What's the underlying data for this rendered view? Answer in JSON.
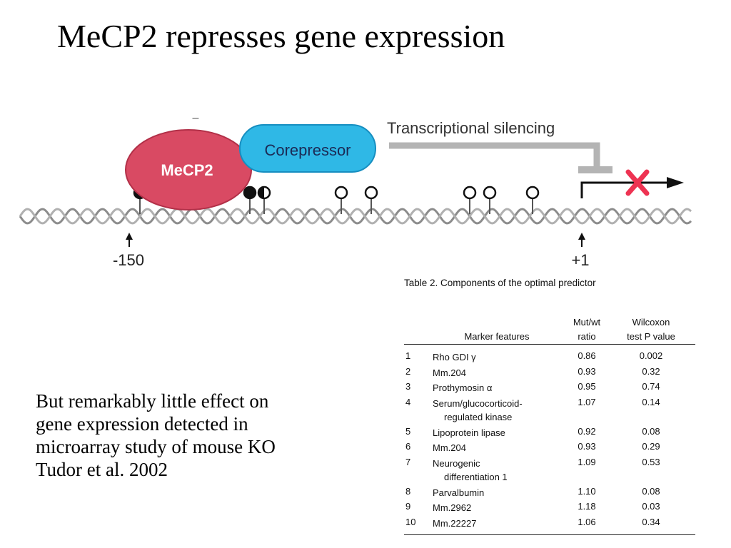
{
  "slide": {
    "title": "MeCP2 represses gene expression",
    "body_lines": [
      "But remarkably little effect on",
      "gene expression detected in",
      "microarray study of mouse KO",
      "Tudor et al. 2002"
    ]
  },
  "diagram": {
    "mecp2_label": "MeCP2",
    "corepressor_label": "Corepressor",
    "silencing_label": "Transcriptional silencing",
    "minus_sign": "–",
    "pos_left_label": "-150",
    "pos_right_label": "+1",
    "colors": {
      "mecp2": "#d94a63",
      "corepressor": "#2fb8e6",
      "silencing_bar": "#b4b4b4",
      "x_mark": "#ee3352",
      "dna": "#9a9a9a"
    }
  },
  "table": {
    "caption": "Table 2. Components of the optimal predictor",
    "headers": {
      "feature": "Marker features",
      "ratio_line1": "Mut/wt",
      "ratio_line2": "ratio",
      "p_line1": "Wilcoxon",
      "p_line2": "test P value"
    },
    "rows": [
      {
        "num": "1",
        "feature": "Rho GDI γ",
        "ratio": "0.86",
        "p": "0.002"
      },
      {
        "num": "2",
        "feature": "Mm.204",
        "ratio": "0.93",
        "p": "0.32"
      },
      {
        "num": "3",
        "feature": "Prothymosin α",
        "ratio": "0.95",
        "p": "0.74"
      },
      {
        "num": "4",
        "feature": "Serum/glucocorticoid-",
        "feature2": "regulated kinase",
        "ratio": "1.07",
        "p": "0.14"
      },
      {
        "num": "5",
        "feature": "Lipoprotein lipase",
        "ratio": "0.92",
        "p": "0.08"
      },
      {
        "num": "6",
        "feature": "Mm.204",
        "ratio": "0.93",
        "p": "0.29"
      },
      {
        "num": "7",
        "feature": "Neurogenic",
        "feature2": "differentiation 1",
        "ratio": "1.09",
        "p": "0.53"
      },
      {
        "num": "8",
        "feature": "Parvalbumin",
        "ratio": "1.10",
        "p": "0.08"
      },
      {
        "num": "9",
        "feature": "Mm.2962",
        "ratio": "1.18",
        "p": "0.03"
      },
      {
        "num": "10",
        "feature": "Mm.22227",
        "ratio": "1.06",
        "p": "0.34"
      }
    ]
  }
}
